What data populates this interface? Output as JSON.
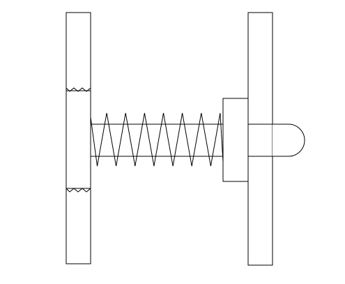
{
  "diagram": {
    "type": "mechanical-line-drawing",
    "components": [
      "left-wall",
      "left-end-cap",
      "rod",
      "coil-spring",
      "sliding-collar",
      "right-wall",
      "plunger-tip"
    ],
    "spring_coils": 7,
    "colors": {
      "stroke": "#000000",
      "fill": "#ffffff"
    }
  }
}
